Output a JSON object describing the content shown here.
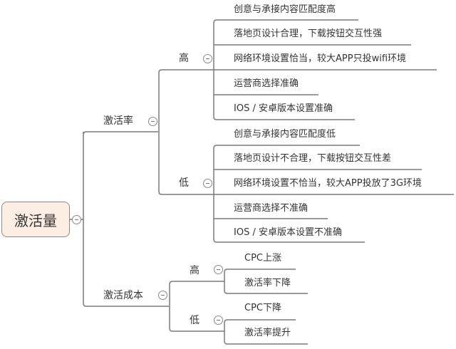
{
  "root": {
    "label": "激活量"
  },
  "branches": [
    {
      "label": "激活率",
      "children": [
        {
          "label": "高",
          "leaves": [
            "创意与承接内容匹配度高",
            "落地页设计合理，下载按钮交互性强",
            "网络环境设置恰当，较大APP只投wifi环境",
            "运营商选择准确",
            "IOS / 安卓版本设置准确"
          ]
        },
        {
          "label": "低",
          "leaves": [
            "创意与承接内容匹配度低",
            "落地页设计不合理，下载按钮交互性差",
            "网络环境设置不恰当，较大APP投放了3G环境",
            "运营商选择不准确",
            "IOS / 安卓版本设置不准确"
          ]
        }
      ]
    },
    {
      "label": "激活成本",
      "children": [
        {
          "label": "高",
          "leaves": [
            "CPC上涨",
            "激活率下降"
          ]
        },
        {
          "label": "低",
          "leaves": [
            "CPC下降",
            "激活率提升"
          ]
        }
      ]
    }
  ],
  "colors": {
    "root_fill": "#fdeee4",
    "line": "#7a7a7a"
  }
}
